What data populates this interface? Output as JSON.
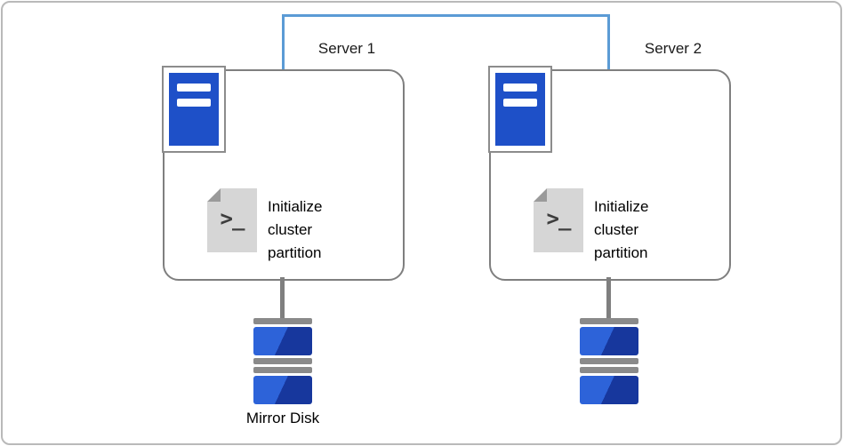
{
  "servers": [
    {
      "label": "Server 1",
      "action_text": "Initialize cluster partition"
    },
    {
      "label": "Server 2",
      "action_text": "Initialize cluster partition"
    }
  ],
  "disk_label": "Mirror Disk",
  "script_glyph": ">_",
  "colors": {
    "connector_blue": "#5b9bd5",
    "box_border_gray": "#7f7f7f",
    "server_icon_blue": "#1e50c8",
    "disk_blue_light": "#2d63d9",
    "disk_blue_dark": "#17379d",
    "disk_bar_gray": "#8a8a8a",
    "doc_gray": "#d6d6d6",
    "doc_fold_gray": "#9a9a9a"
  }
}
